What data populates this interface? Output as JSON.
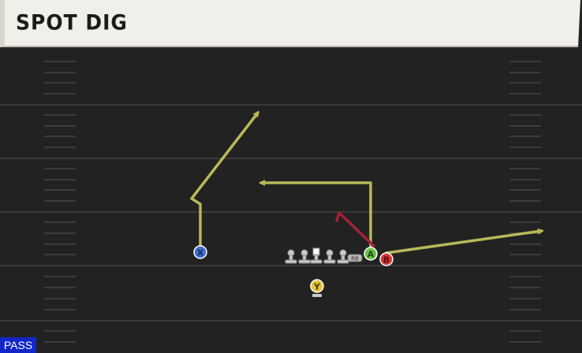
{
  "play": {
    "name": "SPOT DIG",
    "type_badge": "PASS"
  },
  "players": {
    "x": {
      "label": "X",
      "color": "#3f6fd1"
    },
    "a": {
      "label": "A",
      "color": "#6cc24a"
    },
    "b": {
      "label": "B",
      "color": "#d63a3a"
    },
    "y": {
      "label": "Y",
      "color": "#e8c23a"
    },
    "rb": {
      "label": "RB"
    }
  },
  "colors": {
    "route": "#b8b85a",
    "block_route": "#a3203a",
    "field": "#222222",
    "yard_line": "#3a3a3a",
    "hash": "#3c3c3c"
  }
}
